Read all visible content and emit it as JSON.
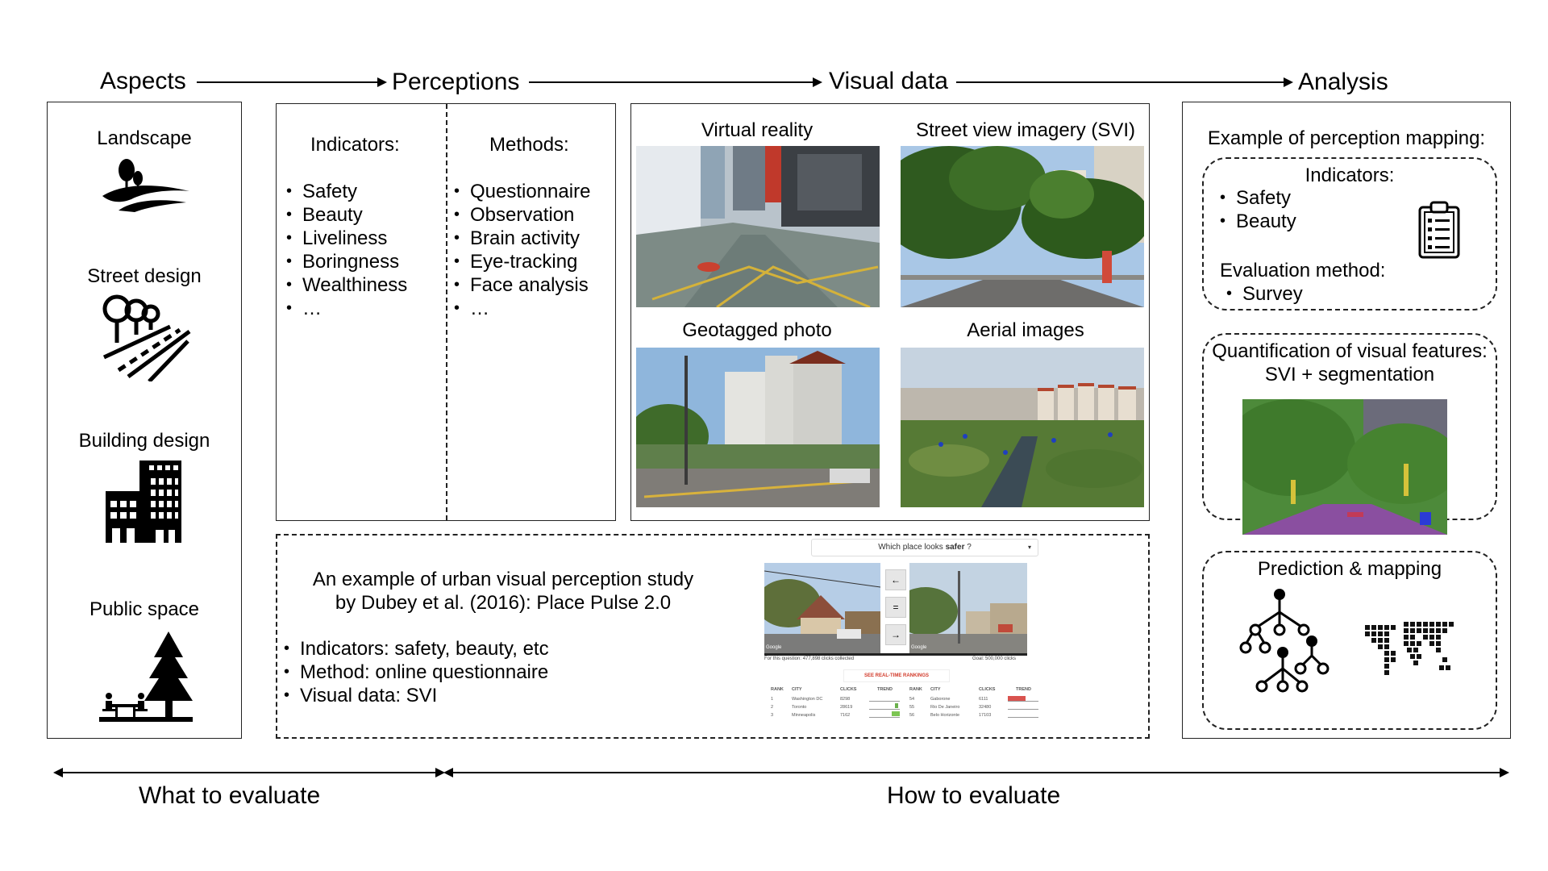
{
  "flow": {
    "aspects": "Aspects",
    "perceptions": "Perceptions",
    "visual_data": "Visual data",
    "analysis": "Analysis"
  },
  "aspects": {
    "items": [
      {
        "label": "Landscape",
        "icon": "landscape-icon"
      },
      {
        "label": "Street design",
        "icon": "street-trees-icon"
      },
      {
        "label": "Building design",
        "icon": "buildings-icon"
      },
      {
        "label": "Public space",
        "icon": "park-bench-tree-icon"
      }
    ]
  },
  "perceptions": {
    "indicators_title": "Indicators:",
    "indicators": [
      "Safety",
      "Beauty",
      "Liveliness",
      "Boringness",
      "Wealthiness",
      "…"
    ],
    "methods_title": "Methods:",
    "methods": [
      "Questionnaire",
      "Observation",
      "Brain activity",
      "Eye-tracking",
      "Face analysis",
      "…"
    ]
  },
  "visual_data": {
    "images": [
      {
        "label": "Virtual reality"
      },
      {
        "label": "Street view imagery (SVI)"
      },
      {
        "label": "Geotagged photo"
      },
      {
        "label": "Aerial images"
      }
    ]
  },
  "example": {
    "title_line1": "An example of urban visual perception study",
    "title_line2": "by Dubey et al. (2016): Place Pulse 2.0",
    "bullets": [
      "Indicators: safety, beauty, etc",
      "Method: online questionnaire",
      "Visual data: SVI"
    ],
    "screenshot": {
      "question_prefix": "Which place looks ",
      "question_bold": "safer",
      "question_suffix": " ?",
      "left_btn": "←",
      "equal_btn": "=",
      "right_btn": "→",
      "collected": "For this question: 477,898 clicks collected",
      "goal": "Goal: 500,000 clicks",
      "rankings_btn": "SEE REAL-TIME RANKINGS",
      "columns": [
        "RANK",
        "CITY",
        "CLICKS",
        "TREND"
      ],
      "left_rows": [
        {
          "rank": "1",
          "city": "Washington DC",
          "clicks": "8298"
        },
        {
          "rank": "2",
          "city": "Toronto",
          "clicks": "28619"
        },
        {
          "rank": "3",
          "city": "Minneapolis",
          "clicks": "7162"
        }
      ],
      "right_rows": [
        {
          "rank": "54",
          "city": "Gaborone",
          "clicks": "6111"
        },
        {
          "rank": "55",
          "city": "Rio De Janeiro",
          "clicks": "32480"
        },
        {
          "rank": "56",
          "city": "Belo Horizonte",
          "clicks": "17103"
        }
      ],
      "google": "Google"
    }
  },
  "analysis": {
    "mapping_title": "Example of perception mapping:",
    "indicators_title": "Indicators:",
    "indicators": [
      "Safety",
      "Beauty"
    ],
    "eval_title": "Evaluation method:",
    "eval_items": [
      "Survey"
    ],
    "quant_line1": "Quantification of visual features:",
    "quant_line2": "SVI + segmentation",
    "prediction_title": "Prediction & mapping"
  },
  "bottom": {
    "what": "What to evaluate",
    "how": "How to evaluate"
  }
}
